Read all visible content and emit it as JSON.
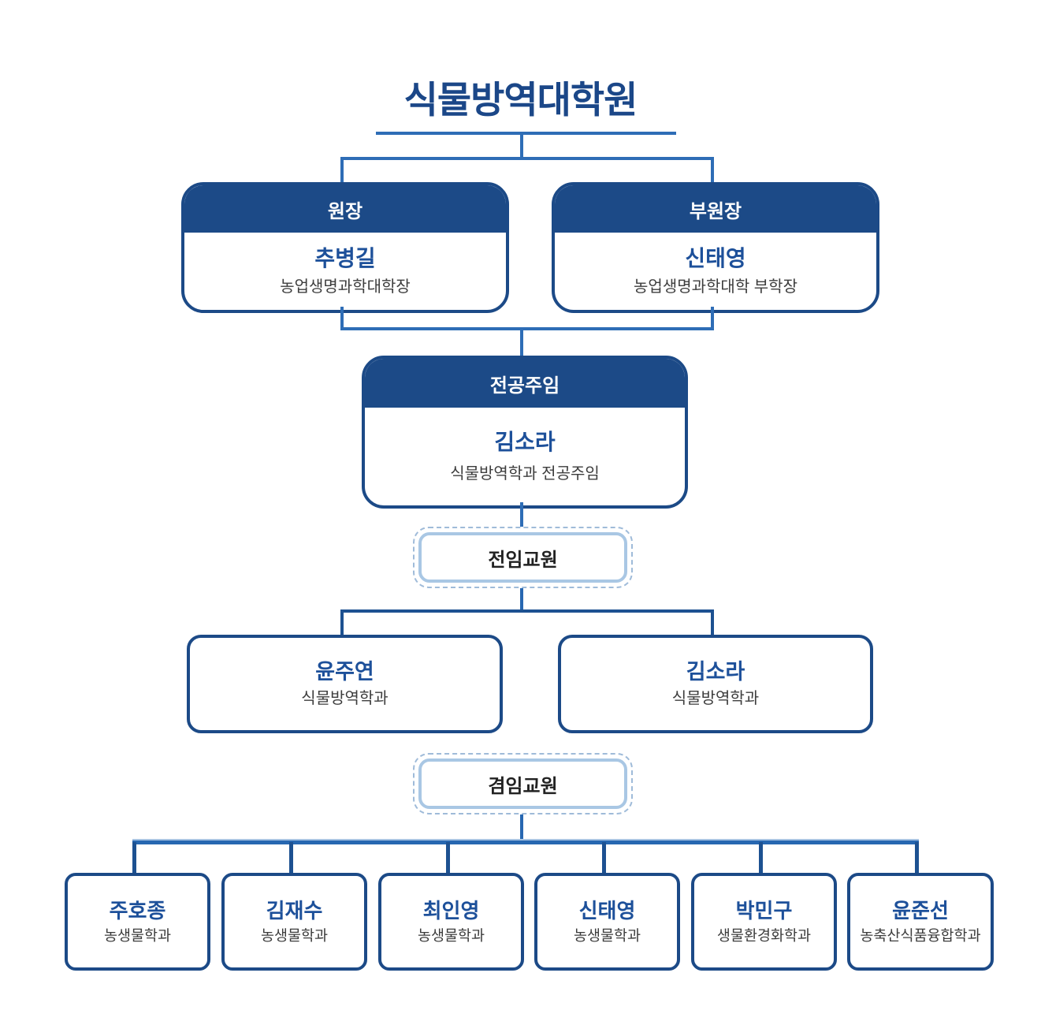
{
  "title": "식물방역대학원",
  "colors": {
    "navy": "#1c4a87",
    "name_blue": "#1d509a",
    "subtext_gray": "#3d3d3d",
    "connector_blue": "#2e6db6",
    "connector_dark": "#1d5191",
    "pill_border_solid": "#a9c7e4",
    "pill_border_dashed": "#9fbbd9",
    "background": "#ffffff"
  },
  "nodes": {
    "director": {
      "role": "원장",
      "name": "추병길",
      "dept": "농업생명과학대학장"
    },
    "vice_director": {
      "role": "부원장",
      "name": "신태영",
      "dept": "농업생명과학대학 부학장"
    },
    "major_head": {
      "role": "전공주임",
      "name": "김소라",
      "dept": "식물방역학과 전공주임"
    },
    "full_time_label": "전임교원",
    "full_time": [
      {
        "name": "윤주연",
        "dept": "식물방역학과"
      },
      {
        "name": "김소라",
        "dept": "식물방역학과"
      }
    ],
    "adjunct_label": "겸임교원",
    "adjunct": [
      {
        "name": "주호종",
        "dept": "농생물학과"
      },
      {
        "name": "김재수",
        "dept": "농생물학과"
      },
      {
        "name": "최인영",
        "dept": "농생물학과"
      },
      {
        "name": "신태영",
        "dept": "농생물학과"
      },
      {
        "name": "박민구",
        "dept": "생물환경화학과"
      },
      {
        "name": "윤준선",
        "dept": "농축산식품융합학과"
      }
    ]
  }
}
